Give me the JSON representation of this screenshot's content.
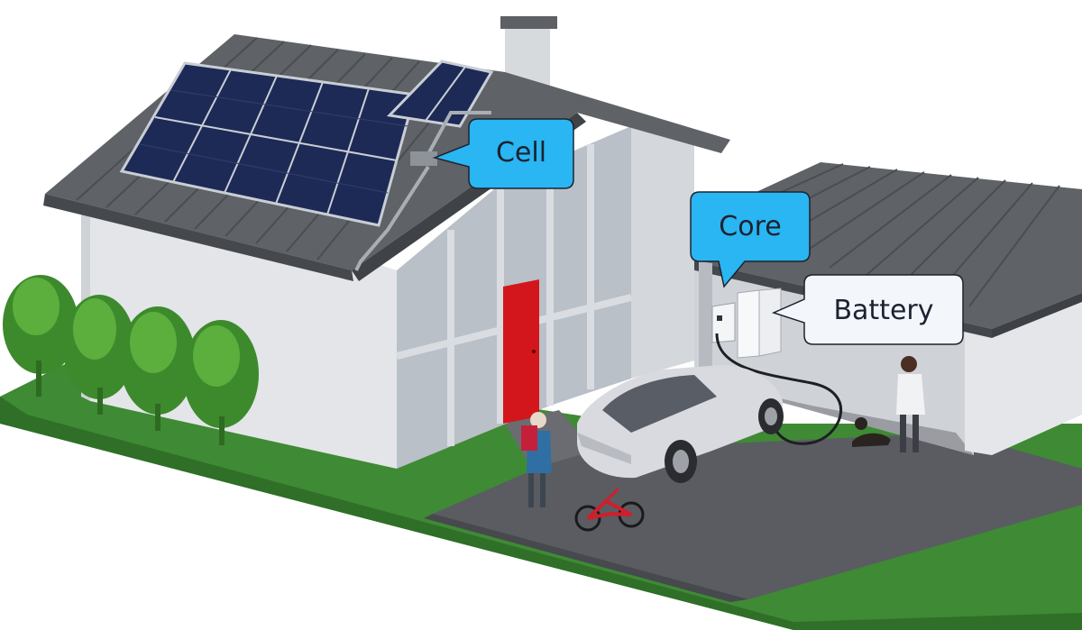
{
  "callouts": {
    "cell": {
      "label": "Cell"
    },
    "core": {
      "label": "Core"
    },
    "battery": {
      "label": "Battery"
    }
  },
  "colors": {
    "roof": "#5f6266",
    "roof_seam": "#4a4d51",
    "wall": "#e3e5e8",
    "solar_panel": "#1d2a55",
    "door": "#d3161b",
    "grass": "#3f8a34",
    "driveway": "#5a5c62",
    "car": "#d8dadf",
    "callout_blue": "#29b6f2",
    "callout_white": "#f3f6fb"
  }
}
